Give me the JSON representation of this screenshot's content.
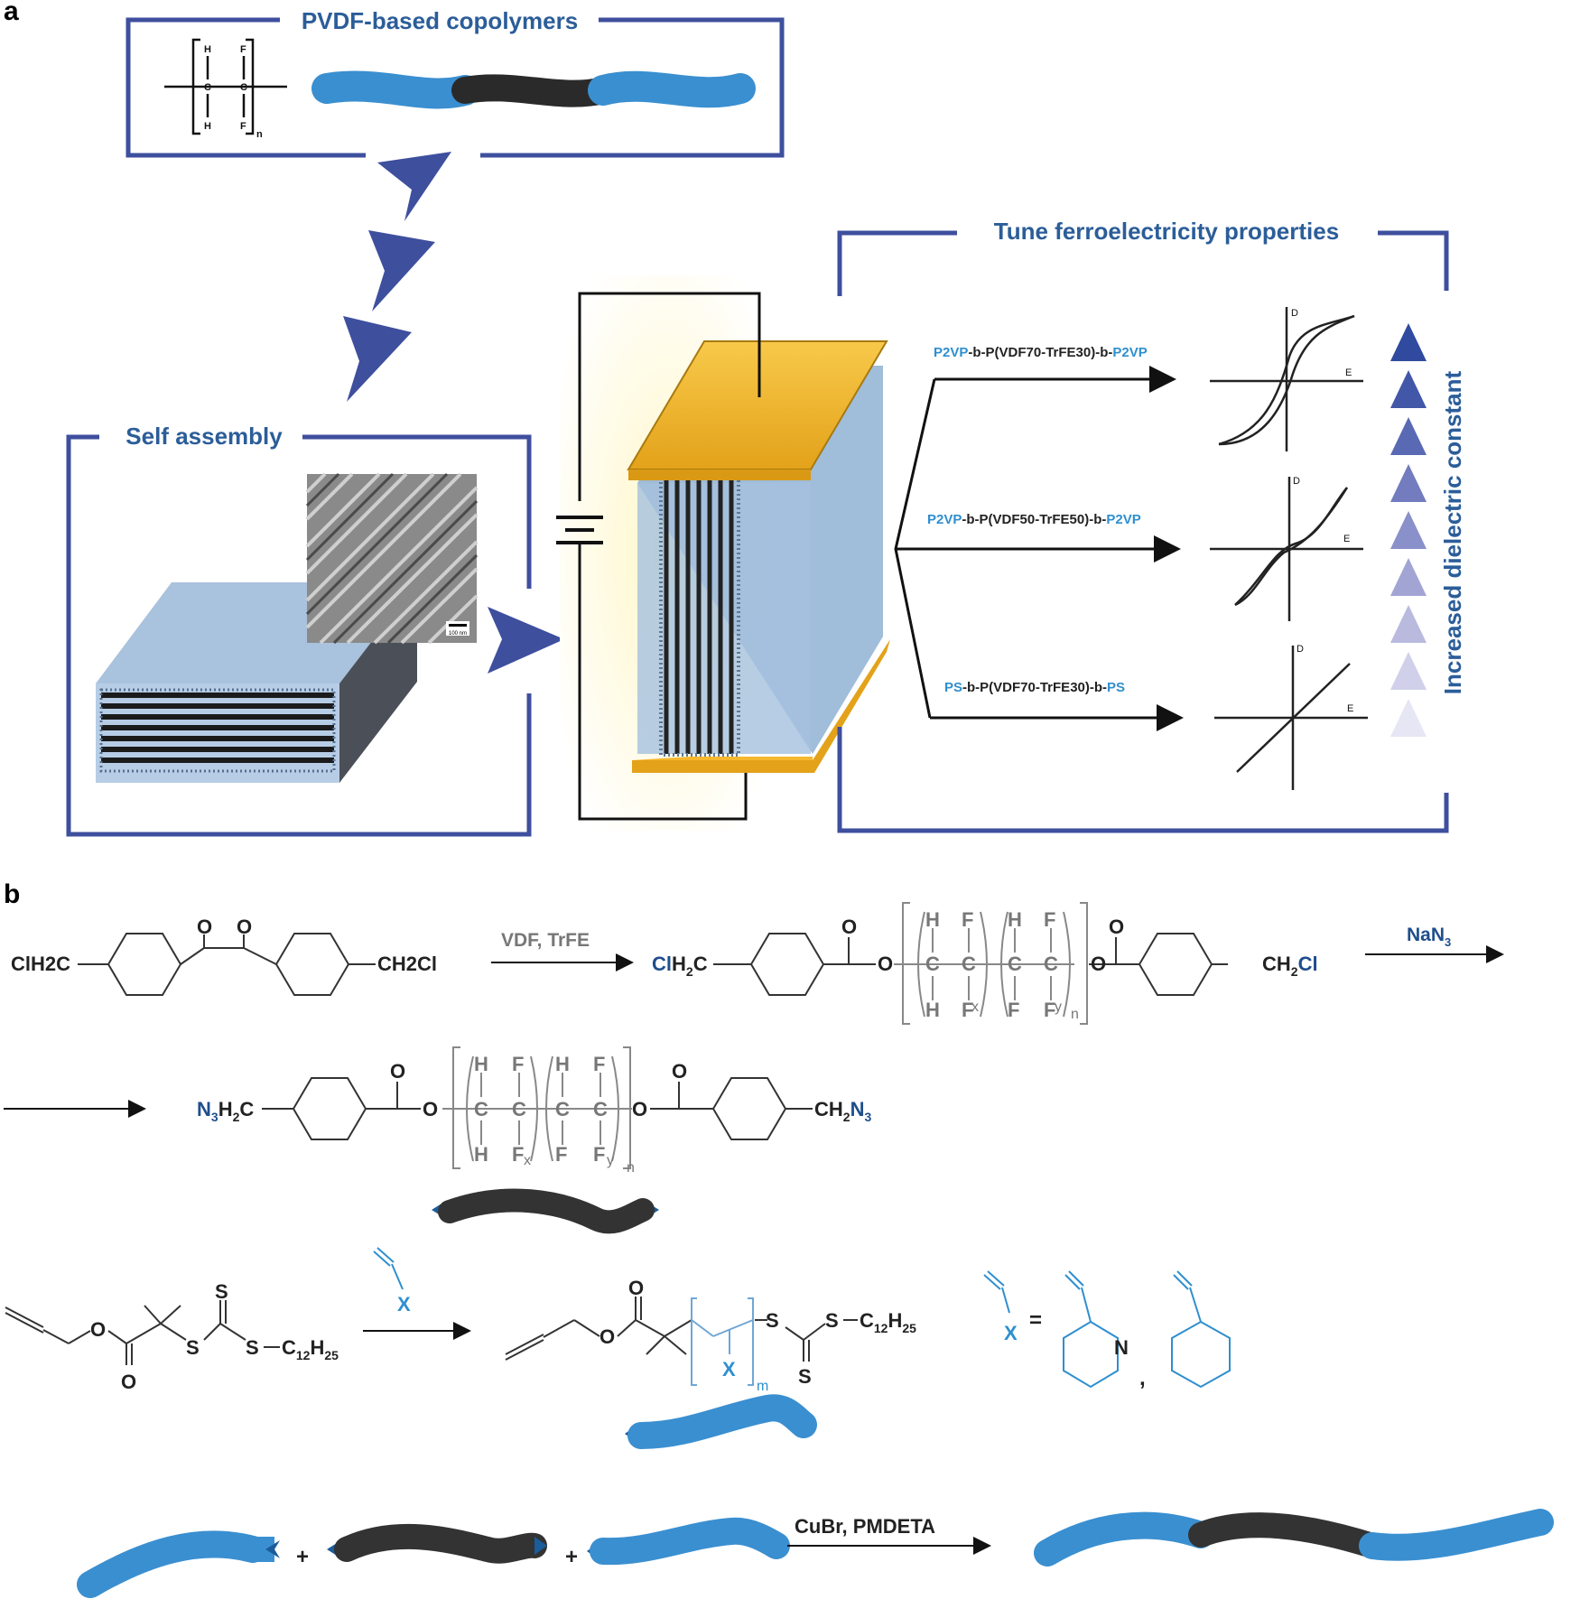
{
  "panel_a": {
    "label": "a",
    "pvdf_title": "PVDF-based copolymers",
    "self_assembly_title": "Self assembly",
    "tune_title": "Tune ferroelectricity properties",
    "side_label": "Increased dielectric constant",
    "scale_bar": "100 nm",
    "monomer": {
      "h": "H",
      "f": "F",
      "c": "C",
      "n": "n"
    },
    "rows": [
      {
        "pre": "P2VP",
        "b1": "-b-",
        "mid": "P(VDF70-TrFE30)",
        "b2": "-b-",
        "post": "P2VP"
      },
      {
        "pre": "P2VP",
        "b1": "-b-",
        "mid": "P(VDF50-TrFE50)",
        "b2": "-b-",
        "post": "P2VP"
      },
      {
        "pre": "PS",
        "b1": "-b-",
        "mid": "P(VDF70-TrFE30)",
        "b2": "-b-",
        "post": "PS"
      }
    ],
    "axis_d": "D",
    "axis_e": "E",
    "colors": {
      "frame": "#3e4f9e",
      "title": "#2b5d99",
      "gold": "#f5b82e",
      "block_blue": "#3a8fd0",
      "block_black": "#2a2a2a"
    }
  },
  "panel_b": {
    "label": "b",
    "r1_left": "ClH2C",
    "r1_right": "CH2Cl",
    "reagent1": "VDF, TrFE",
    "reagent2": "NaN3",
    "o": "O",
    "h": "H",
    "f": "F",
    "c": "C",
    "sub_x": "x",
    "sub_y": "y",
    "sub_n": "n",
    "sub_m": "m",
    "az_left": "N3H2C",
    "az_right": "CH2N3",
    "s": "S",
    "c12": "C12H25",
    "x": "X",
    "nitrogen": "N",
    "eq": "=",
    "comma": ",",
    "plus": "+",
    "reagent3": "CuBr, PMDETA"
  }
}
